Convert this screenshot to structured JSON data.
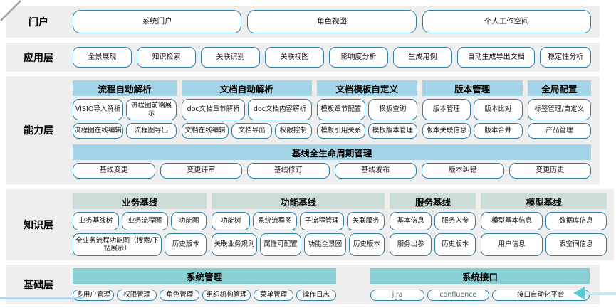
{
  "portal": {
    "label": "门户",
    "items": [
      "系统门户",
      "角色视图",
      "个人工作空间"
    ]
  },
  "app_layer": {
    "label": "应用层",
    "items": [
      "全景展现",
      "知识检索",
      "关联识别",
      "关联视图",
      "影响度分析",
      "生成用例",
      "自动生成导出文档",
      "稳定性分析"
    ]
  },
  "capability": {
    "label": "能力层",
    "groups": [
      {
        "header": "流程自动解析",
        "r1": [
          "VISIO导入解析",
          "流程图前端展示"
        ],
        "r2": [
          "流程图在线编辑",
          "流程图导出"
        ]
      },
      {
        "header": "文档自动解析",
        "r1": [
          "doc文档章节解析",
          "doc文档内容解析"
        ],
        "r2": [
          "文档在线编辑",
          "文档导出",
          "权限控制"
        ]
      },
      {
        "header": "文档模板自定义",
        "r1": [
          "模板章节配置",
          "模板查询"
        ],
        "r2": [
          "模板引用关系",
          "模板版本管理"
        ]
      },
      {
        "header": "版本管理",
        "r1": [
          "版本管理",
          "版本比对"
        ],
        "r2": [
          "版本关联信息",
          "版本合并"
        ]
      },
      {
        "header": "全局配置",
        "r1": [
          "标签管理/自定义"
        ],
        "r2": [
          "产品管理"
        ]
      }
    ],
    "baseline": {
      "header": "基线全生命周期管理",
      "items": [
        "基线变更",
        "变更评审",
        "基线修订",
        "基线发布",
        "版本纠错",
        "变更历史"
      ]
    }
  },
  "knowledge": {
    "label": "知识层",
    "groups": [
      {
        "header": "业务基线",
        "r1": [
          "业务基线树",
          "业务流程图",
          "功能图"
        ],
        "r2": [
          "全业务流程功能图（搜索/下钻展示）",
          "历史版本"
        ]
      },
      {
        "header": "功能基线",
        "r1": [
          "功能树",
          "系统流程图",
          "子流程管理",
          "关联服务"
        ],
        "r2": [
          "关联业务规则",
          "属性可配置",
          "功能全景图",
          "历史版本"
        ]
      },
      {
        "header": "服务基线",
        "r1": [
          "基本信息",
          "服务入参"
        ],
        "r2": [
          "服务出参",
          "历史版本"
        ]
      },
      {
        "header": "模型基线",
        "r1": [
          "模型基本信息",
          "数据库信息"
        ],
        "r2": [
          "用户信息",
          "表空间信息"
        ]
      }
    ]
  },
  "foundation": {
    "label": "基础层",
    "groups": [
      {
        "header": "系统管理",
        "items": [
          "多用户管理",
          "权限管理",
          "角色管理",
          "组织机构管理",
          "菜单管理",
          "操作日志"
        ]
      },
      {
        "header": "系统接口",
        "items": [
          "jira",
          "confluence",
          "接口自动化平台"
        ]
      }
    ]
  },
  "colors": {
    "band_bg": "#eeeeee",
    "box_border": "#2e7ea6",
    "capability_header_bg": "#a4d4e8",
    "knowledge_header_bg": "#ccdcd8",
    "foundation_header_bg": "#89ced2",
    "arrow_teal": "#57c8d5",
    "spellcheck_red": "#e03c31"
  }
}
